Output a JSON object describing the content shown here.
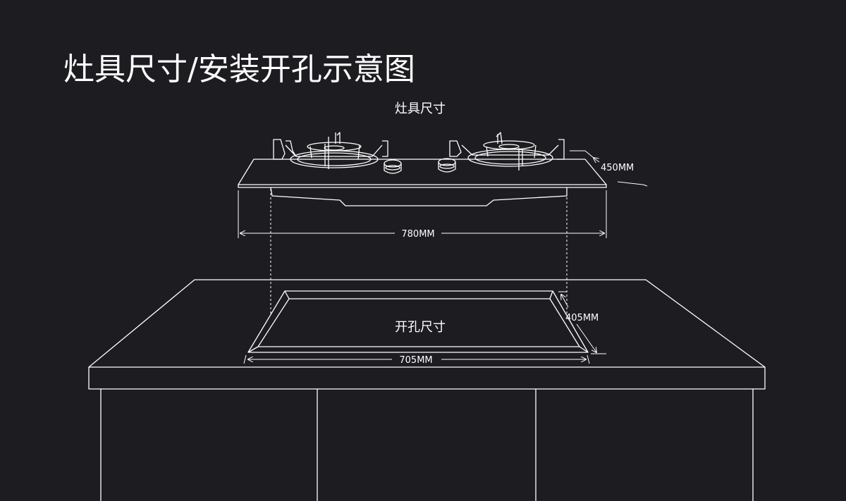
{
  "title": "灶具尺寸/安装开孔示意图",
  "stove_section": {
    "label": "灶具尺寸",
    "width_label": "780MM",
    "depth_label": "450MM"
  },
  "cutout_section": {
    "label": "开孔尺寸",
    "width_label": "705MM",
    "depth_label": "405MM"
  },
  "colors": {
    "background": "#1d1c21",
    "line": "#ffffff",
    "text": "#ffffff"
  }
}
